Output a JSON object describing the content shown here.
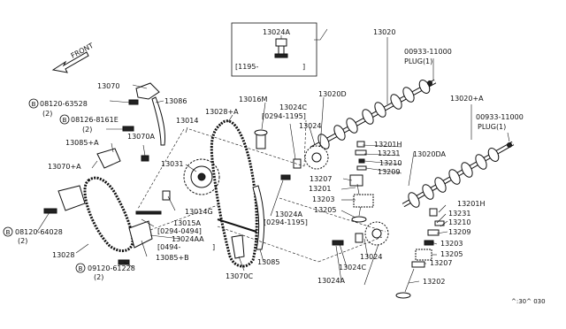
{
  "labels": {
    "p13024A_top": "13024A",
    "date_1195": "[1195-",
    "bracket_close": "]",
    "p13020": "13020",
    "plug_pn1": "00933-11000",
    "plug1": "PLUG(1)",
    "front": "FRONT",
    "p13070": "13070",
    "p13086": "13086",
    "p13016M": "13016M",
    "p13020D": "13020D",
    "p13020A": "13020+A",
    "plug_pn2": "00933-11000",
    "plug2": "PLUG(1)",
    "b1_pn": "08120-63528",
    "b1_qty": "(2)",
    "b2_pn": "08126-8161E",
    "b2_qty": "(2)",
    "p13085A": "13085+A",
    "p13070A": "13070A",
    "p13014": "13014",
    "p13028A": "13028+A",
    "p13024C_1": "13024C",
    "date_0294_1195a": "[0294-1195]",
    "p13024": "13024",
    "p13201H_1": "13201H",
    "p13231_1": "13231",
    "p13210_1": "13210",
    "p13209_1": "13209",
    "p13020DA": "13020DA",
    "p13070A2": "13070+A",
    "p13031": "13031",
    "p13207_1": "13207",
    "p13201": "13201",
    "p13203_1": "13203",
    "p13205_1": "13205",
    "p13201H_2": "13201H",
    "p13231_2": "13231",
    "p13014G": "13014G",
    "p13024A_mid": "13024A",
    "date_0294_1195b": "[0294-1195]",
    "p13210_2": "13210",
    "p13209_2": "13209",
    "b3_pn": "08120-64028",
    "b3_qty": "(2)",
    "p13015A": "13015A",
    "date_0294_0494": "[0294-0494]",
    "p13024AA": "13024AA",
    "date_0494": "[0494-",
    "bracket_close2": "]",
    "p13203_2": "13203",
    "p13205_2": "13205",
    "p13028": "13028",
    "p13085B": "13085+B",
    "p13085": "13085",
    "p13024_2": "13024",
    "p13207_2": "13207",
    "b4_pn": "09120-61228",
    "b4_qty": "(2)",
    "p13024C_2": "13024C",
    "p13070C": "13070C",
    "p13024A_bot": "13024A",
    "p13202": "13202",
    "footer": "^:30^ 030",
    "bolt_letter": "B"
  }
}
